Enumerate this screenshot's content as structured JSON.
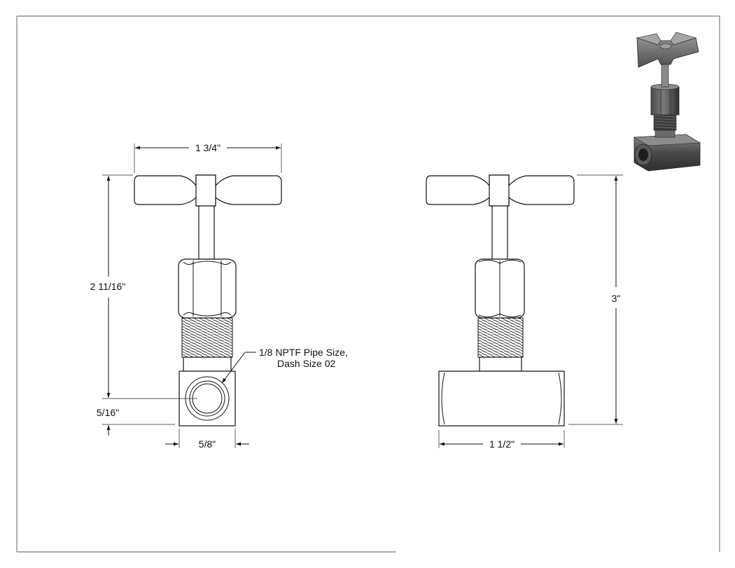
{
  "drawing": {
    "title": "Needle valve dimension drawing",
    "front_view": {
      "dims": {
        "handle_width": "1 3/4\"",
        "height_to_port": "2 11/16\"",
        "port_center_height": "5/16\"",
        "body_width": "5/8\""
      },
      "callout": {
        "line1": "1/8 NPTF Pipe Size,",
        "line2": "Dash Size 02"
      }
    },
    "side_view": {
      "dims": {
        "overall_height": "3\"",
        "body_length": "1 1/2\""
      }
    },
    "iso_view": {
      "icon": "valve-3d-render"
    },
    "colors": {
      "line": "#111111",
      "paper": "#ffffff",
      "render_dark": "#3a3a3a",
      "render_mid": "#6b6b6b",
      "render_light": "#9a9a9a"
    }
  }
}
